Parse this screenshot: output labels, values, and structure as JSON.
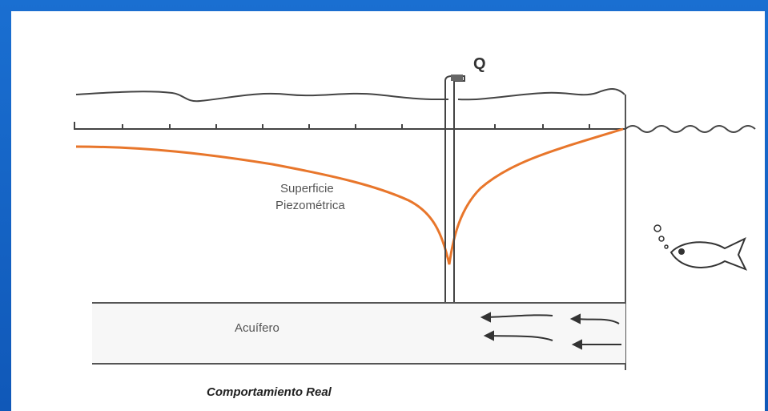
{
  "diagram": {
    "well_label": "Q",
    "surface_label_line1": "Superficie",
    "surface_label_line2": "Piezométrica",
    "aquifer_label": "Acuífero",
    "caption": "Comportamiento Real",
    "colors": {
      "background": "#1565c0",
      "panel": "#ffffff",
      "piezometric_line": "#e8762b",
      "ink": "#444444"
    },
    "icons": [
      "fish-icon",
      "bubbles-icon",
      "flow-arrow-icon"
    ]
  }
}
